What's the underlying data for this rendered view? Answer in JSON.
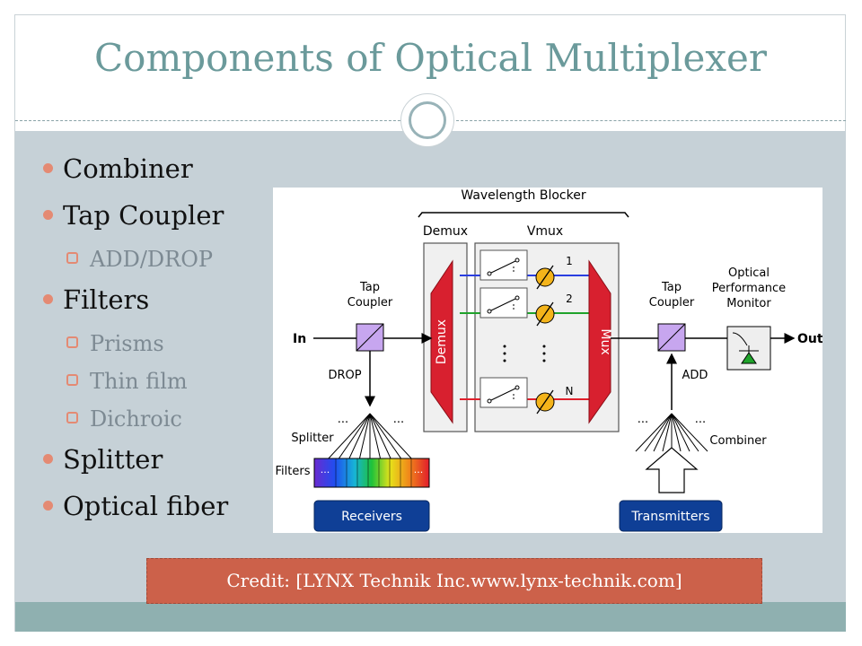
{
  "title": "Components of Optical Multiplexer",
  "bullets": {
    "combiner": "Combiner",
    "tap_coupler": "Tap Coupler",
    "add_drop": "ADD/DROP",
    "filters": "Filters",
    "prisms": "Prisms",
    "thin_film": "Thin film",
    "dichroic": "Dichroic",
    "splitter": "Splitter",
    "optical_fiber": "Optical fiber"
  },
  "diagram": {
    "wavelength_blocker": "Wavelength Blocker",
    "demux_header": "Demux",
    "vmux_header": "Vmux",
    "demux_block": "Demux",
    "mux_block": "Mux",
    "tap_coupler_left_1": "Tap",
    "tap_coupler_left_2": "Coupler",
    "tap_coupler_right_1": "Tap",
    "tap_coupler_right_2": "Coupler",
    "opm_1": "Optical",
    "opm_2": "Performance",
    "opm_3": "Monitor",
    "in": "In",
    "out": "Out",
    "drop": "DROP",
    "add": "ADD",
    "channel_1": "1",
    "channel_2": "2",
    "channel_n": "N",
    "splitter": "Splitter",
    "combiner": "Combiner",
    "filters": "Filters",
    "dots": "...",
    "receivers": "Receivers",
    "transmitters": "Transmitters"
  },
  "credit": "Credit:   [LYNX Technik Inc.www.lynx-technik.com]",
  "colors": {
    "title": "#6b9a9b",
    "content_bg": "#c6d1d7",
    "bullet": "#e48a73",
    "credit_bg": "#cc614a",
    "block_red": "#d8202f",
    "coupler_purple": "#c7a6ef",
    "button_blue": "#0f3f96"
  }
}
